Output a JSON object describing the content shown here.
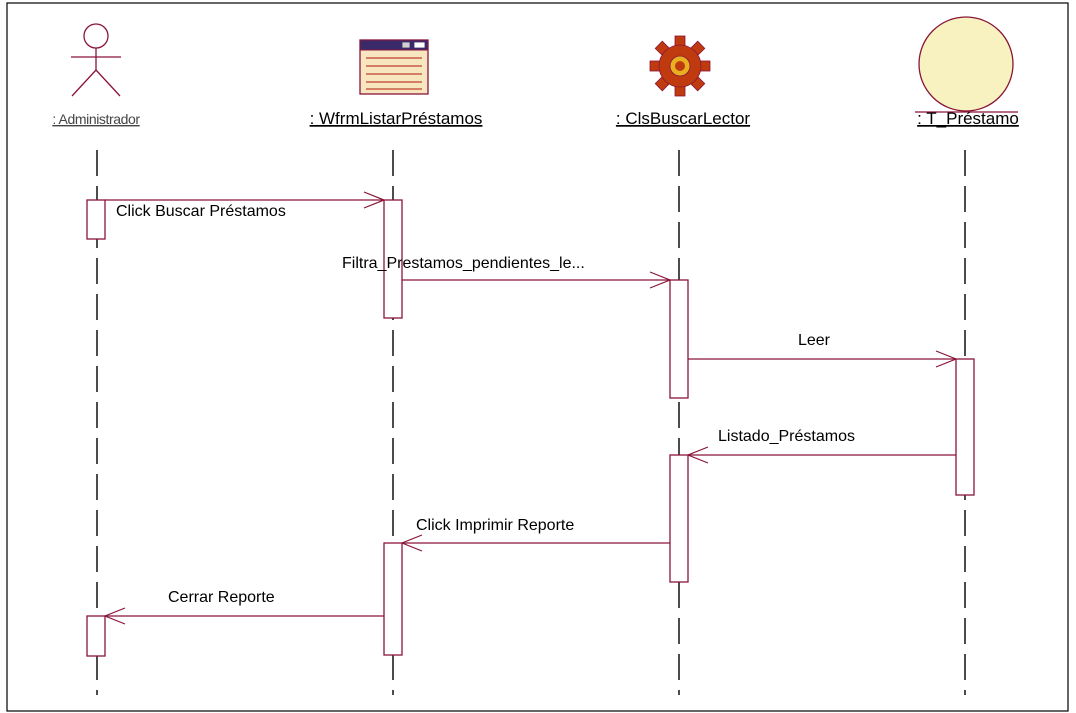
{
  "lifelines": [
    {
      "label": ": Administrador",
      "kind": "actor",
      "icon": "actor-stick-figure-icon"
    },
    {
      "label": ": WfrmListarPréstamos",
      "kind": "boundary",
      "icon": "window-form-icon"
    },
    {
      "label": ": ClsBuscarLector",
      "kind": "control",
      "icon": "gear-icon"
    },
    {
      "label": ": T_Préstamo",
      "kind": "entity",
      "icon": "entity-circle-icon"
    }
  ],
  "messages": [
    {
      "label": "Click Buscar Préstamos",
      "from": 0,
      "to": 1
    },
    {
      "label": "Filtra_Prestamos_pendientes_le...",
      "from": 1,
      "to": 2
    },
    {
      "label": "Leer",
      "from": 2,
      "to": 3
    },
    {
      "label": "Listado_Préstamos",
      "from": 3,
      "to": 2
    },
    {
      "label": "Click Imprimir Reporte",
      "from": 2,
      "to": 1
    },
    {
      "label": "Cerrar Reporte",
      "from": 1,
      "to": 0
    }
  ],
  "colors": {
    "message_line": "#8a1538",
    "gear_fill": "#c03a10",
    "gear_center": "#e8b020",
    "entity_fill": "#f7f2c0",
    "window_fill": "#f8e6c0",
    "window_lines": "#c04030"
  }
}
